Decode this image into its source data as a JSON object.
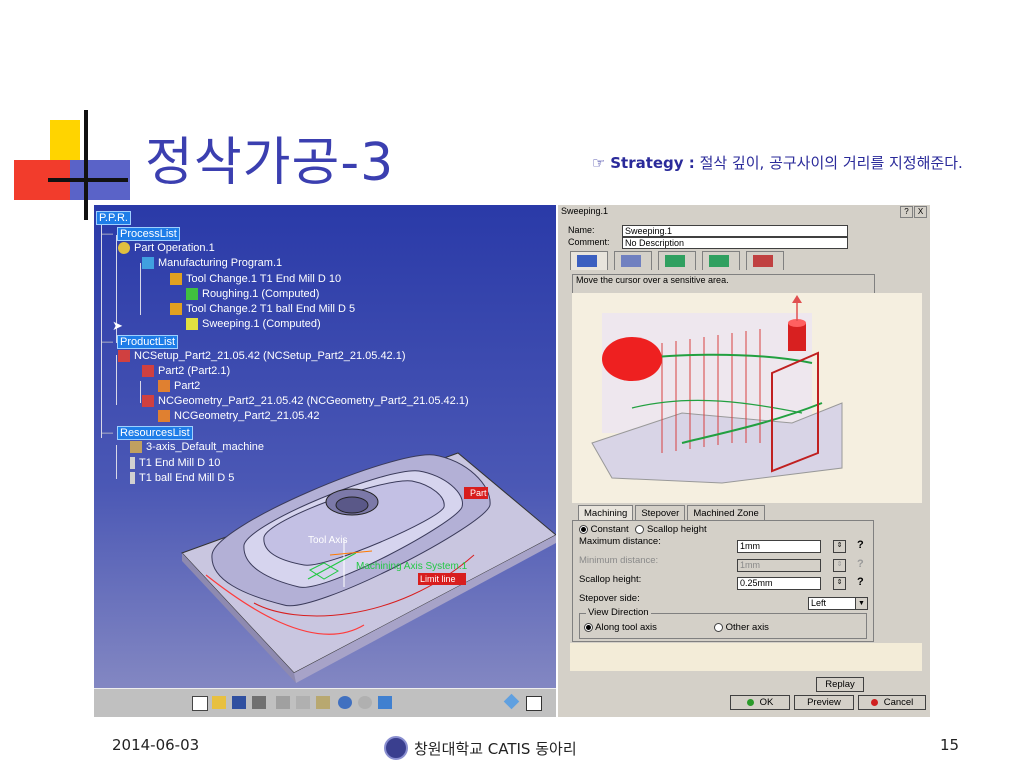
{
  "slide": {
    "title": "정삭가공-3",
    "note_prefix": "☞ ",
    "note_keyword": "Strategy :",
    "note_text": " 절삭 깊이, 공구사이의 거리를 지정해준다.",
    "date": "2014-06-03",
    "org": "창원대학교 CATIS 동아리",
    "page_number": "15"
  },
  "tree": {
    "root": "P.P.R.",
    "process_list": "ProcessList",
    "part_operation": "Part Operation.1",
    "manufacturing_program": "Manufacturing Program.1",
    "tool_change_1": "Tool Change.1  T1 End Mill D 10",
    "roughing": "Roughing.1 (Computed)",
    "tool_change_2": "Tool Change.2  T1 ball End Mill D 5",
    "sweeping": "Sweeping.1 (Computed)",
    "product_list": "ProductList",
    "ncsetup": "NCSetup_Part2_21.05.42 (NCSetup_Part2_21.05.42.1)",
    "part2_inst": "Part2 (Part2.1)",
    "part2": "Part2",
    "ncgeometry_inst": "NCGeometry_Part2_21.05.42 (NCGeometry_Part2_21.05.42.1)",
    "ncgeometry": "NCGeometry_Part2_21.05.42",
    "resources_list": "ResourcesList",
    "machine": "3-axis_Default_machine",
    "tool1": "T1 End Mill D 10",
    "tool2": "T1 ball End Mill D 5"
  },
  "viewport": {
    "part_label": "Part",
    "tool_axis_label": "Tool Axis",
    "axis_system_label": "Machining Axis System.1",
    "limit_line_label": "Limit line"
  },
  "dialog": {
    "title": "Sweeping.1",
    "help_btn": "?",
    "close_btn": "X",
    "name_label": "Name:",
    "name_value": "Sweeping.1",
    "comment_label": "Comment:",
    "comment_value": "No Description",
    "message": "Move the cursor over a sensitive area.",
    "tabs": [
      "Machining",
      "Stepover",
      "Machined Zone"
    ],
    "constant_label": "Constant",
    "scallop_label": "Scallop height",
    "max_distance_label": "Maximum distance:",
    "max_distance_value": "1mm",
    "min_distance_label": "Minimum distance:",
    "min_distance_value": "1mm",
    "scallop_height_label": "Scallop height:",
    "scallop_height_value": "0.25mm",
    "stepover_side_label": "Stepover side:",
    "stepover_side_value": "Left",
    "view_direction_label": "View Direction",
    "along_tool_axis": "Along tool axis",
    "other_axis": "Other axis",
    "help_mark": "?",
    "replay_btn": "Replay",
    "ok_btn": "OK",
    "preview_btn": "Preview",
    "cancel_btn": "Cancel"
  },
  "colors": {
    "title_blue": "#3b3fb0",
    "highlight": "#1e7de8",
    "dialog_bg": "#d4d0c8",
    "limit_red": "#d81e1e"
  }
}
